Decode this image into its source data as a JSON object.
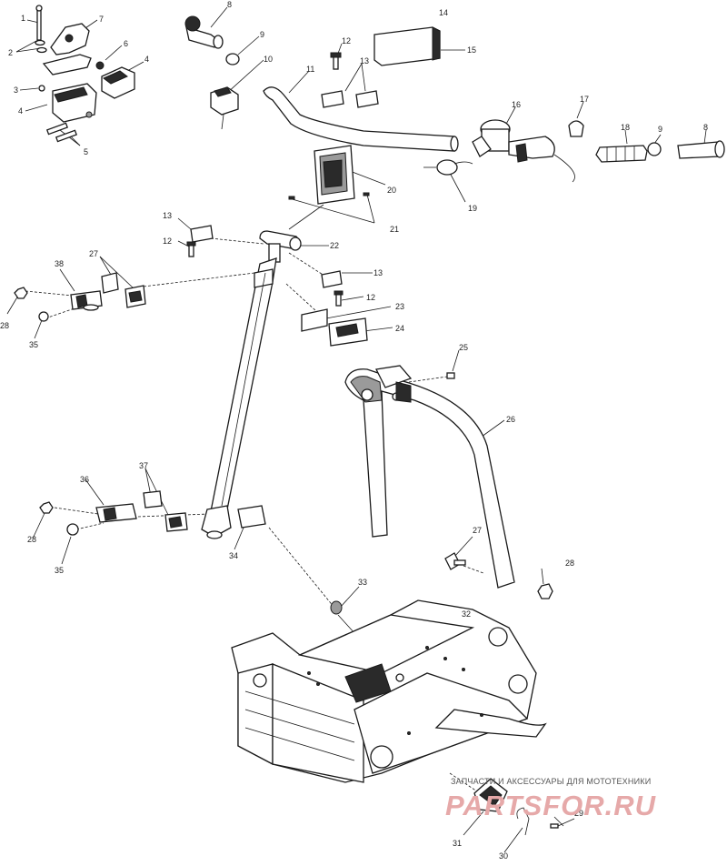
{
  "callouts": [
    "1",
    "2",
    "3",
    "4",
    "4",
    "5",
    "6",
    "7",
    "8",
    "9",
    "10",
    "11",
    "12",
    "13",
    "14",
    "15",
    "16",
    "17",
    "18",
    "9",
    "8",
    "19",
    "20",
    "21",
    "13",
    "12",
    "22",
    "13",
    "12",
    "23",
    "24",
    "27",
    "38",
    "28",
    "35",
    "25",
    "26",
    "36",
    "37",
    "28",
    "35",
    "34",
    "27",
    "28",
    "33",
    "32",
    "31",
    "30",
    "29"
  ],
  "watermark": {
    "caption": "ЗАПЧАСТИ И АКСЕССУАРЫ ДЛЯ МОТОТЕХНИКИ",
    "logo": "PARTSFOR.RU"
  }
}
